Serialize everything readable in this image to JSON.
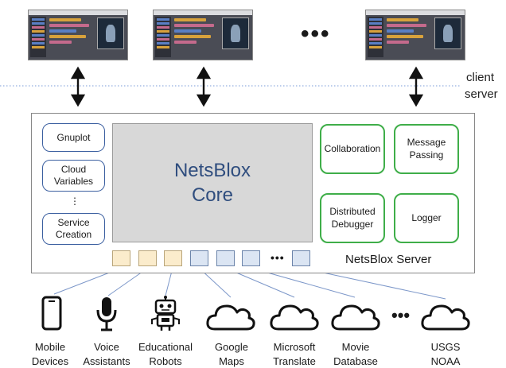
{
  "client_label": "client",
  "server_label": "server",
  "top_ellipsis": "•••",
  "left_services": {
    "gnuplot": "Gnuplot",
    "cloud_variables": "Cloud Variables",
    "vertical_dots": "⋮",
    "service_creation": "Service Creation"
  },
  "core_label": "NetsBlox\nCore",
  "right_services": {
    "collaboration": "Collaboration",
    "message_passing": "Message Passing",
    "distributed_debugger": "Distributed Debugger",
    "logger": "Logger"
  },
  "ports_ellipsis": "•••",
  "server_title": "NetsBlox Server",
  "devices": [
    {
      "label": "Mobile\nDevices",
      "icon": "phone-icon"
    },
    {
      "label": "Voice\nAssistants",
      "icon": "microphone-icon"
    },
    {
      "label": "Educational\nRobots",
      "icon": "robot-icon"
    },
    {
      "label": "Google\nMaps",
      "icon": "cloud-icon"
    },
    {
      "label": "Microsoft\nTranslate",
      "icon": "cloud-icon"
    },
    {
      "label": "Movie\nDatabase",
      "icon": "cloud-icon"
    },
    {
      "label": "USGS\nNOAA",
      "icon": "cloud-icon"
    }
  ],
  "devices_ellipsis": "•••",
  "colors": {
    "core_text": "#2f4d7e",
    "blue_border": "#3b5fa0",
    "green_border": "#3fae49",
    "port_yellow": "#fbeccc",
    "port_blue": "#dbe5f3",
    "divider": "#7a9cd8"
  }
}
